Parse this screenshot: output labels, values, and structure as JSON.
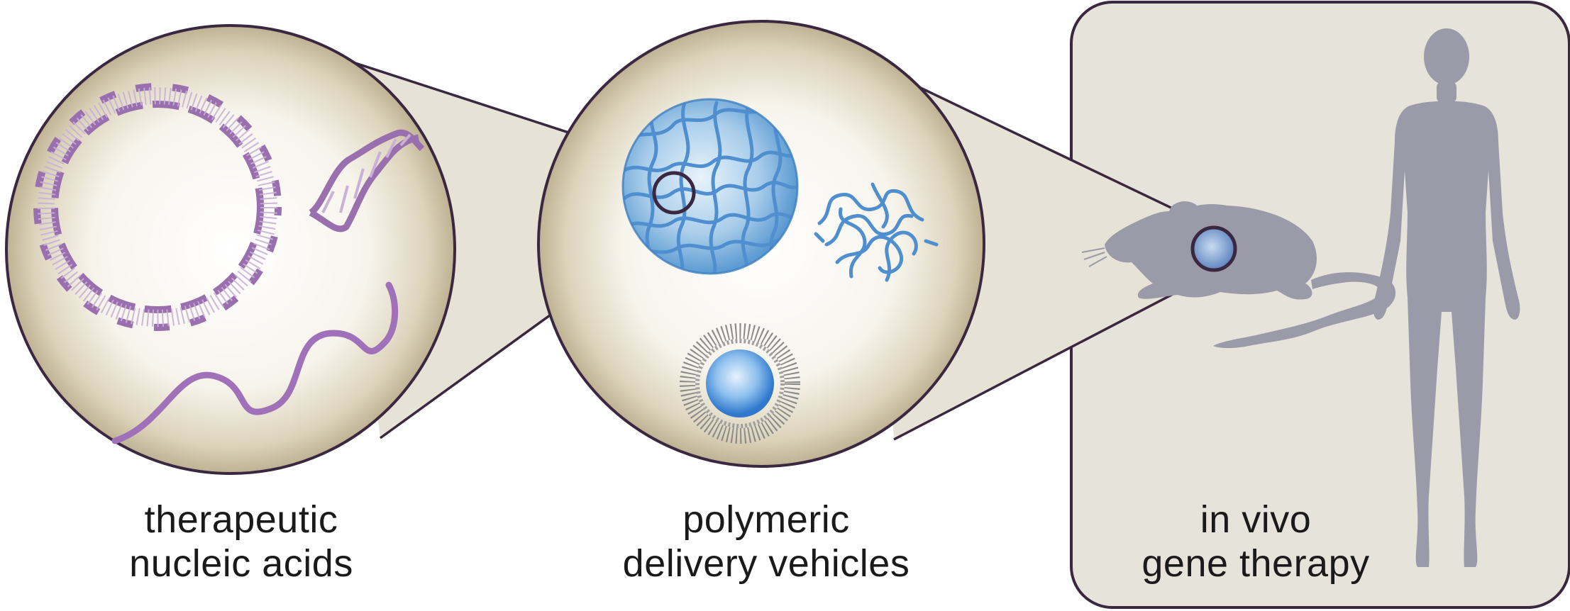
{
  "panels": [
    {
      "id": "nucleic-acids",
      "caption_lines": [
        "therapeutic",
        "nucleic acids"
      ]
    },
    {
      "id": "delivery-vehicles",
      "caption_lines": [
        "polymeric",
        "delivery vehicles"
      ]
    },
    {
      "id": "gene-therapy",
      "caption_lines": [
        "in vivo",
        "gene therapy"
      ]
    }
  ],
  "icons": [
    "circular-plasmid-dna-icon",
    "dna-double-helix-icon",
    "rna-ribbon-icon",
    "polymer-nanoparticle-icon",
    "polymer-coil-icon",
    "micelle-icon",
    "mouse-silhouette-icon",
    "human-silhouette-icon"
  ],
  "colors": {
    "outline": "#3a2740",
    "circle_fill": "#f4f1e9",
    "circle_shadow": "#c9bfa5",
    "connector_fill": "#e6e2d6",
    "panel_fill": "#e6e3da",
    "dna_purple": "#9a6fae",
    "polymer_blue": "#4f8fcf",
    "silhouette_gray": "#9b9aa8"
  }
}
